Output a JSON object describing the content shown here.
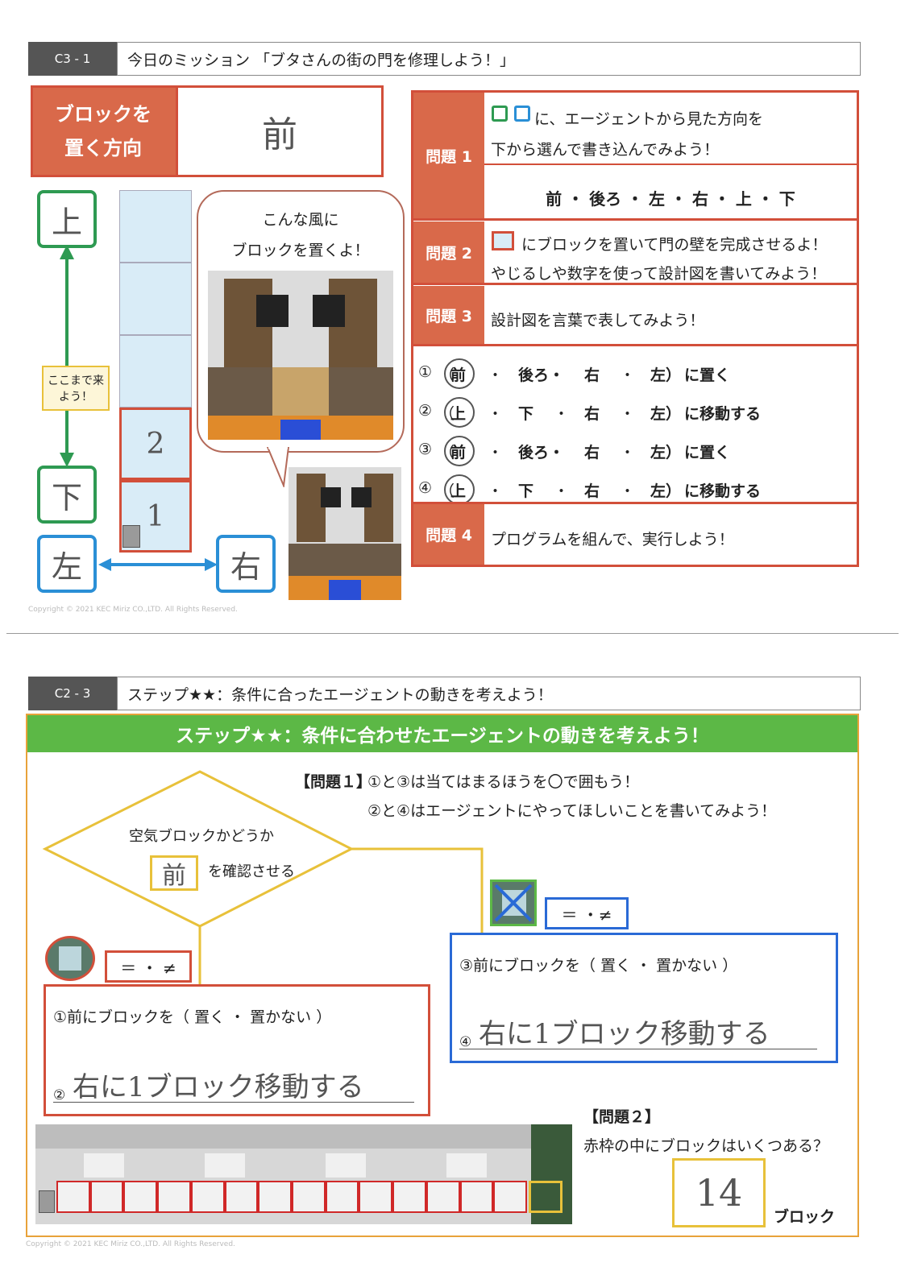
{
  "sheet1": {
    "code": "C3 - 1",
    "title": "今日のミッション 「ブタさんの街の門を修理しよう！」",
    "direction_label_1": "ブロックを",
    "direction_label_2": "置く方向",
    "direction_answer": "前",
    "arrows": {
      "up": "上",
      "down": "下",
      "left": "左",
      "right": "右"
    },
    "come_here": "ここまで来よう！",
    "grid_marks": {
      "top": "2",
      "bottom": "1"
    },
    "bubble_text_1": "こんな風に",
    "bubble_text_2": "ブロックを置くよ！",
    "q1_label": "問題 1",
    "q1_text_1": "に、エージェントから見た方向を",
    "q1_text_2": "下から選んで書き込んでみよう！",
    "q1_choices": "前 ・ 後ろ ・ 左 ・ 右 ・ 上 ・ 下",
    "q2_label": "問題 2",
    "q2_text_1": "にブロックを置いて門の壁を完成させるよ！",
    "q2_text_2": "やじるしや数字を使って設計図を書いてみよう！",
    "q3_label": "問題 3",
    "q3_text": "設計図を言葉で表してみよう！",
    "answers": [
      {
        "num": "①",
        "opt1": "前",
        "opt2": "後ろ・",
        "opt3": "右",
        "opt4": "左）",
        "verb": "に置く"
      },
      {
        "num": "②",
        "opt1": "上",
        "opt2": "下",
        "opt3": "右",
        "opt4": "左）",
        "verb": "に移動する"
      },
      {
        "num": "③",
        "opt1": "前",
        "opt2": "後ろ・",
        "opt3": "右",
        "opt4": "左）",
        "verb": "に置く"
      },
      {
        "num": "④",
        "opt1": "上",
        "opt2": "下",
        "opt3": "右",
        "opt4": "左）",
        "verb": "に移動する"
      }
    ],
    "q4_label": "問題 4",
    "q4_text": "プログラムを組んで、実行しよう！",
    "copyright": "Copyright © 2021 KEC Miriz CO.,LTD. All Rights Reserved."
  },
  "sheet2": {
    "code": "C2 - 3",
    "title": "ステップ★★：条件に合ったエージェントの動きを考えよう！",
    "banner": "ステップ★★：条件に合わせたエージェントの動きを考えよう！",
    "q1_heading": "【問題１】",
    "q1_line1": "①と③は当てはまるほうを〇で囲もう！",
    "q1_line2": "②と④はエージェントにやってほしいことを書いてみよう！",
    "diamond_text_1": "空気ブロックかどうか",
    "diamond_answer": "前",
    "diamond_text_2": "を確認させる",
    "left_eq": "＝ ・ ≠",
    "right_eq": "＝ ・≠",
    "box1_line1": "①前にブロックを（ 置く ・ 置かない ）",
    "box1_line2_num": "②",
    "box1_line2": "右に1ブロック移動する",
    "box3_line1": "③前にブロックを（ 置く ・ 置かない ）",
    "box3_line2_num": "④",
    "box3_line2": "右に1ブロック移動する",
    "q2_heading": "【問題２】",
    "q2_text": "赤枠の中にブロックはいくつある？",
    "q2_answer": "14",
    "q2_unit": "ブロック",
    "copyright": "Copyright © 2021 KEC Miriz CO.,LTD. All Rights Reserved."
  },
  "colors": {
    "orange": "#d9694a",
    "green": "#2e9a52",
    "blue": "#2a8fd6",
    "yellow": "#e8c13a",
    "banner": "#5cb846"
  }
}
